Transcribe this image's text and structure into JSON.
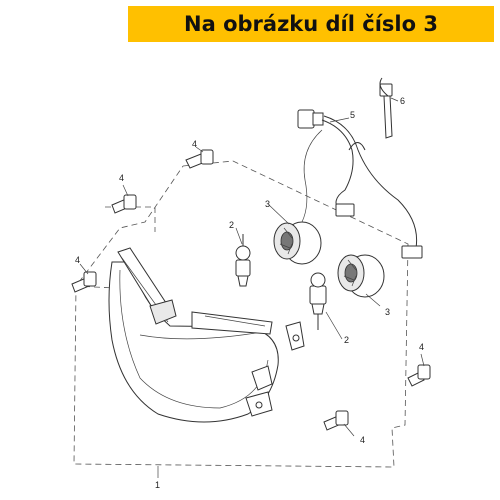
{
  "banner": {
    "text": "Na obrázku díl číslo 3",
    "color": "#FFC000"
  },
  "callouts": {
    "headlight": "1",
    "bulb_upper": "2",
    "bulb_lower": "2",
    "socket_upper": "3",
    "socket_lower": "3",
    "screw_top": "4",
    "screw_upper_left": "4",
    "screw_left": "4",
    "screw_right": "4",
    "screw_bottom": "4",
    "harness": "5",
    "cable_tie": "6"
  }
}
